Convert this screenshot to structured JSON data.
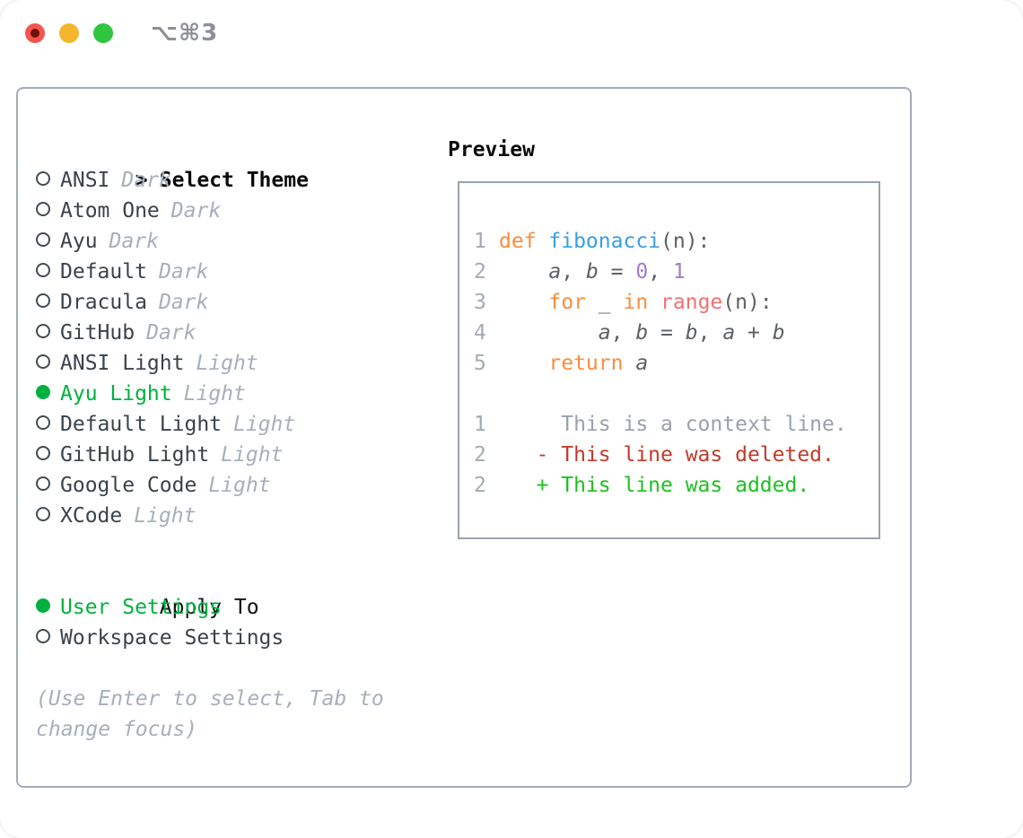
{
  "window": {
    "shortcut": "⌥⌘3",
    "traffic_lights": {
      "close_color": "#f4554e",
      "close_dot_color": "#6e120a",
      "minimize_color": "#f5b62d",
      "zoom_color": "#2fc53e"
    }
  },
  "theme_list": {
    "header_prefix": ">",
    "header": "Select Theme",
    "items": [
      {
        "name": "ANSI",
        "badge": "Dark",
        "selected": false
      },
      {
        "name": "Atom One",
        "badge": "Dark",
        "selected": false
      },
      {
        "name": "Ayu",
        "badge": "Dark",
        "selected": false
      },
      {
        "name": "Default",
        "badge": "Dark",
        "selected": false
      },
      {
        "name": "Dracula",
        "badge": "Dark",
        "selected": false
      },
      {
        "name": "GitHub",
        "badge": "Dark",
        "selected": false
      },
      {
        "name": "ANSI Light",
        "badge": "Light",
        "selected": false
      },
      {
        "name": "Ayu Light",
        "badge": "Light",
        "selected": true
      },
      {
        "name": "Default Light",
        "badge": "Light",
        "selected": false
      },
      {
        "name": "GitHub Light",
        "badge": "Light",
        "selected": false
      },
      {
        "name": "Google Code",
        "badge": "Light",
        "selected": false
      },
      {
        "name": "XCode",
        "badge": "Light",
        "selected": false
      }
    ]
  },
  "apply_to": {
    "header": "Apply To",
    "options": [
      {
        "label": "User Settings",
        "selected": true
      },
      {
        "label": "Workspace Settings",
        "selected": false
      }
    ]
  },
  "help_text": "(Use Enter to select, Tab to change focus)",
  "preview": {
    "header": "Preview",
    "code_lines": [
      {
        "num": "1",
        "tokens": [
          {
            "t": "def ",
            "s": "kw"
          },
          {
            "t": "fibonacci",
            "s": "fn"
          },
          {
            "t": "(n):",
            "s": "tx"
          }
        ]
      },
      {
        "num": "2",
        "tokens": [
          {
            "t": "    ",
            "s": "tx"
          },
          {
            "t": "a",
            "s": "var"
          },
          {
            "t": ", ",
            "s": "tx"
          },
          {
            "t": "b",
            "s": "var"
          },
          {
            "t": " = ",
            "s": "tx"
          },
          {
            "t": "0",
            "s": "num"
          },
          {
            "t": ", ",
            "s": "tx"
          },
          {
            "t": "1",
            "s": "num"
          }
        ]
      },
      {
        "num": "3",
        "tokens": [
          {
            "t": "    ",
            "s": "tx"
          },
          {
            "t": "for",
            "s": "kw"
          },
          {
            "t": " _ ",
            "s": "tx"
          },
          {
            "t": "in",
            "s": "kw"
          },
          {
            "t": " ",
            "s": "tx"
          },
          {
            "t": "range",
            "s": "sp"
          },
          {
            "t": "(n):",
            "s": "tx"
          }
        ]
      },
      {
        "num": "4",
        "tokens": [
          {
            "t": "        ",
            "s": "tx"
          },
          {
            "t": "a",
            "s": "var"
          },
          {
            "t": ", ",
            "s": "tx"
          },
          {
            "t": "b",
            "s": "var"
          },
          {
            "t": " = ",
            "s": "tx"
          },
          {
            "t": "b",
            "s": "var"
          },
          {
            "t": ", ",
            "s": "tx"
          },
          {
            "t": "a",
            "s": "var"
          },
          {
            "t": " + ",
            "s": "tx"
          },
          {
            "t": "b",
            "s": "var"
          }
        ]
      },
      {
        "num": "5",
        "tokens": [
          {
            "t": "    ",
            "s": "tx"
          },
          {
            "t": "return",
            "s": "kw"
          },
          {
            "t": " ",
            "s": "tx"
          },
          {
            "t": "a",
            "s": "var"
          }
        ]
      }
    ],
    "diff_lines": [
      {
        "num": "1",
        "kind": "context",
        "text": "     This is a context line."
      },
      {
        "num": "2",
        "kind": "deleted",
        "text": "   - This line was deleted."
      },
      {
        "num": "2",
        "kind": "added",
        "text": "   + This line was added."
      }
    ]
  },
  "colors": {
    "selection_green": "#00b140",
    "badge_gray": "#a7afba",
    "item_text": "#3b424a",
    "panel_border": "#a3abb5",
    "preview_border": "#9aa3ad",
    "code_text": "#5c6166",
    "code_keyword": "#fa8d3e",
    "code_function": "#399ee6",
    "code_special": "#f07171",
    "code_number": "#a37acc",
    "line_number": "#a2aab5",
    "diff_context": "#99a1ac",
    "diff_deleted": "#c23a2a",
    "diff_added": "#1ec121"
  }
}
